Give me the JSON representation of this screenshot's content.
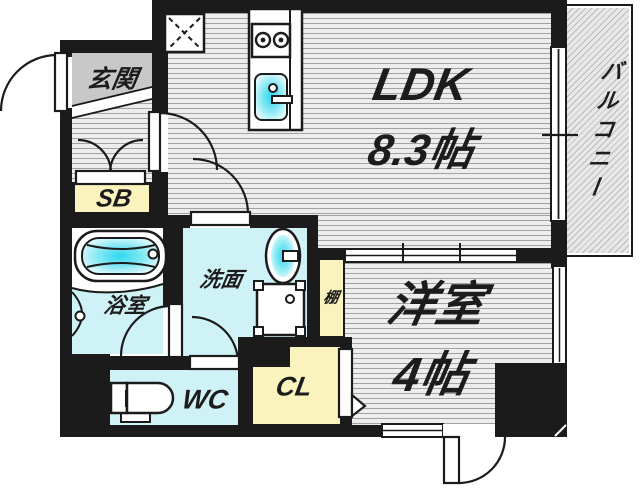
{
  "rooms": {
    "genkan": {
      "label": "玄関"
    },
    "shoe_box": {
      "label": "SB"
    },
    "ldk": {
      "label": "LDK",
      "size": "8.3帖"
    },
    "balcony": {
      "label": "バルコニー"
    },
    "bathroom": {
      "label": "浴室"
    },
    "washroom": {
      "label": "洗面"
    },
    "toilet": {
      "label": "WC"
    },
    "closet": {
      "label": "CL"
    },
    "shelf": {
      "label": "棚"
    },
    "western_room": {
      "label": "洋室",
      "size": "4帖"
    }
  },
  "fixtures": [
    "bathtub",
    "shower-head",
    "toilet",
    "washbasin",
    "washing-machine-pan",
    "gas-stove",
    "kitchen-sink",
    "inspection-hatch",
    "sliding-window",
    "sliding-door",
    "hinged-doors"
  ],
  "colors": {
    "wall": "#1b1b1b",
    "wet_area": "#cff2f6",
    "storage": "#fbf3bd",
    "entrance_tile": "#c8c8c8",
    "water_fixture": "#2ed7ef",
    "floor_hatch": "#ededed"
  }
}
